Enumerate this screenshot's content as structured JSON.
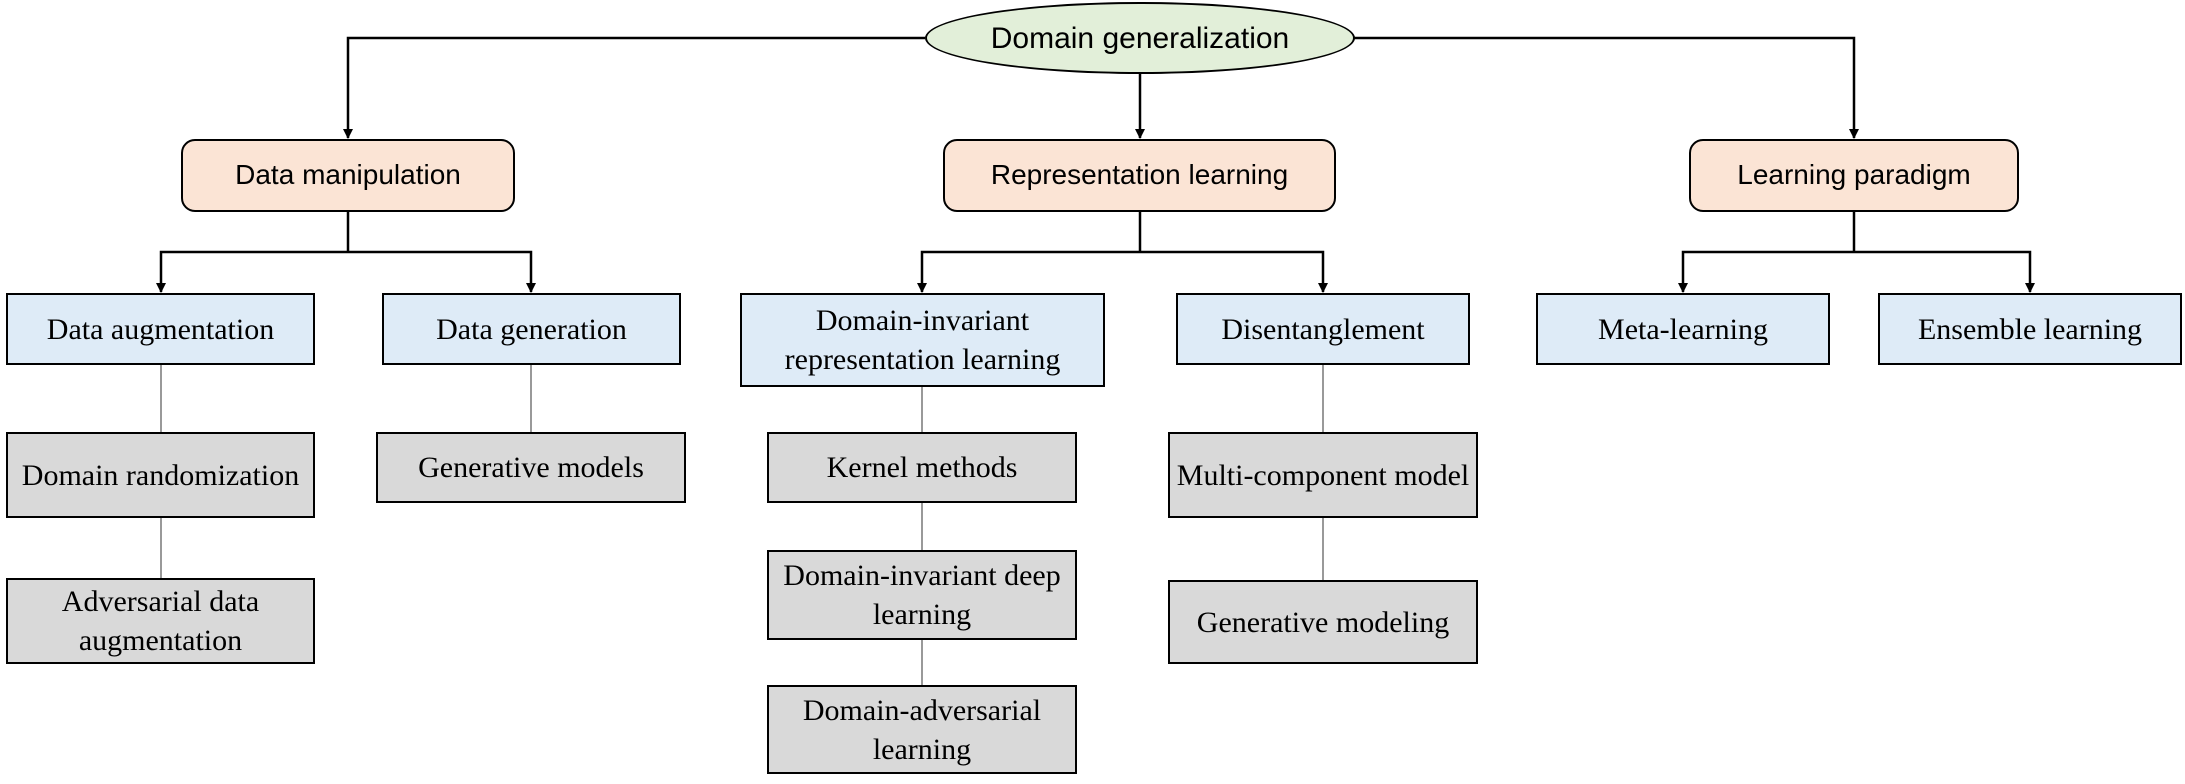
{
  "diagram": {
    "root": {
      "label": "Domain generalization"
    },
    "categories": [
      {
        "label": "Data manipulation",
        "children": [
          {
            "label": "Data augmentation",
            "leaves": [
              "Domain randomization",
              "Adversarial data augmentation"
            ]
          },
          {
            "label": "Data generation",
            "leaves": [
              "Generative models"
            ]
          }
        ]
      },
      {
        "label": "Representation learning",
        "children": [
          {
            "label": "Domain-invariant representation learning",
            "leaves": [
              "Kernel methods",
              "Domain-invariant deep learning",
              "Domain-adversarial learning"
            ]
          },
          {
            "label": "Disentanglement",
            "leaves": [
              "Multi-component model",
              "Generative modeling"
            ]
          }
        ]
      },
      {
        "label": "Learning paradigm",
        "children": [
          {
            "label": "Meta-learning",
            "leaves": []
          },
          {
            "label": "Ensemble learning",
            "leaves": []
          }
        ]
      }
    ]
  }
}
